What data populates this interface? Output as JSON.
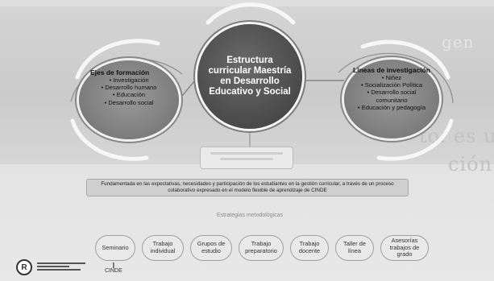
{
  "background_text": [
    "gen",
    "to. es ut",
    "ción"
  ],
  "center": {
    "title": "Estructura curricular Maestría en Desarrollo Educativo y Social"
  },
  "left": {
    "title": "Ejes de formación",
    "items": [
      "• Investigación",
      "• Desarrollo humano",
      "• Educación",
      "• Desarrollo social"
    ]
  },
  "right": {
    "title": "Líneas de investigación",
    "items": [
      "• Niñez",
      "• Socialización Política",
      "• Desarrollo social",
      "comunitario",
      "• Educación y pedagogía"
    ]
  },
  "banner": {
    "text": "Fundamentada en las expectativas, necesidades y participación de los estudiantes en la gestión curricular, a través de un proceso colaborativo expresado en el modelo flexible de aprendizaje de CINDE"
  },
  "strategies": {
    "title": "Estrategias metodológicas",
    "items": [
      "Seminario",
      "Trabajo individual",
      "Grupos de estudio",
      "Trabajo preparatorio",
      "Trabajo docente",
      "Taller de línea",
      "Asesorías trabajos de grado"
    ]
  },
  "footer": {
    "cinde_label": "CINDE"
  },
  "colors": {
    "center_fill": "#4e4e4e",
    "oval_fill": "#7e7e7e",
    "pill_fill": "#e9e9e9"
  }
}
